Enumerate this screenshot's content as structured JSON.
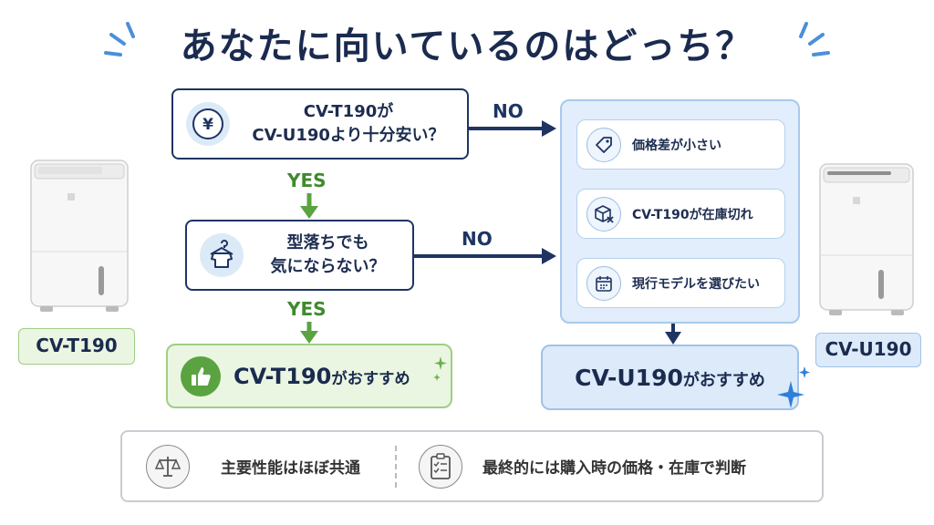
{
  "title": "あなたに向いているのはどっち？",
  "questions": [
    {
      "line1": "CV-T190が",
      "line2": "CV-U190より十分安い？",
      "icon": "yen-icon"
    },
    {
      "line1": "型落ちでも",
      "line2": "気にならない？",
      "icon": "shirt-hanger-icon"
    }
  ],
  "flow": {
    "no1": "NO",
    "no2": "NO",
    "yes1": "YES",
    "yes2": "YES"
  },
  "panel_items": [
    {
      "label": "価格差が小さい",
      "icon": "price-tag-icon"
    },
    {
      "label": "CV-T190が在庫切れ",
      "icon": "out-of-stock-box-icon"
    },
    {
      "label": "現行モデルを選びたい",
      "icon": "calendar-icon"
    }
  ],
  "results": {
    "t": {
      "model": "CV-T190",
      "suffix": "がおすすめ"
    },
    "u": {
      "model": "CV-U190",
      "suffix": "がおすすめ"
    }
  },
  "products": {
    "left_label": "CV-T190",
    "right_label": "CV-U190"
  },
  "info": {
    "left": "主要性能はほぼ共通",
    "right": "最終的には購入時の価格・在庫で判断"
  },
  "colors": {
    "navy": "#1f3463",
    "green": "#5aa340",
    "light_blue": "#dceaf9",
    "light_green": "#eaf6e1"
  }
}
